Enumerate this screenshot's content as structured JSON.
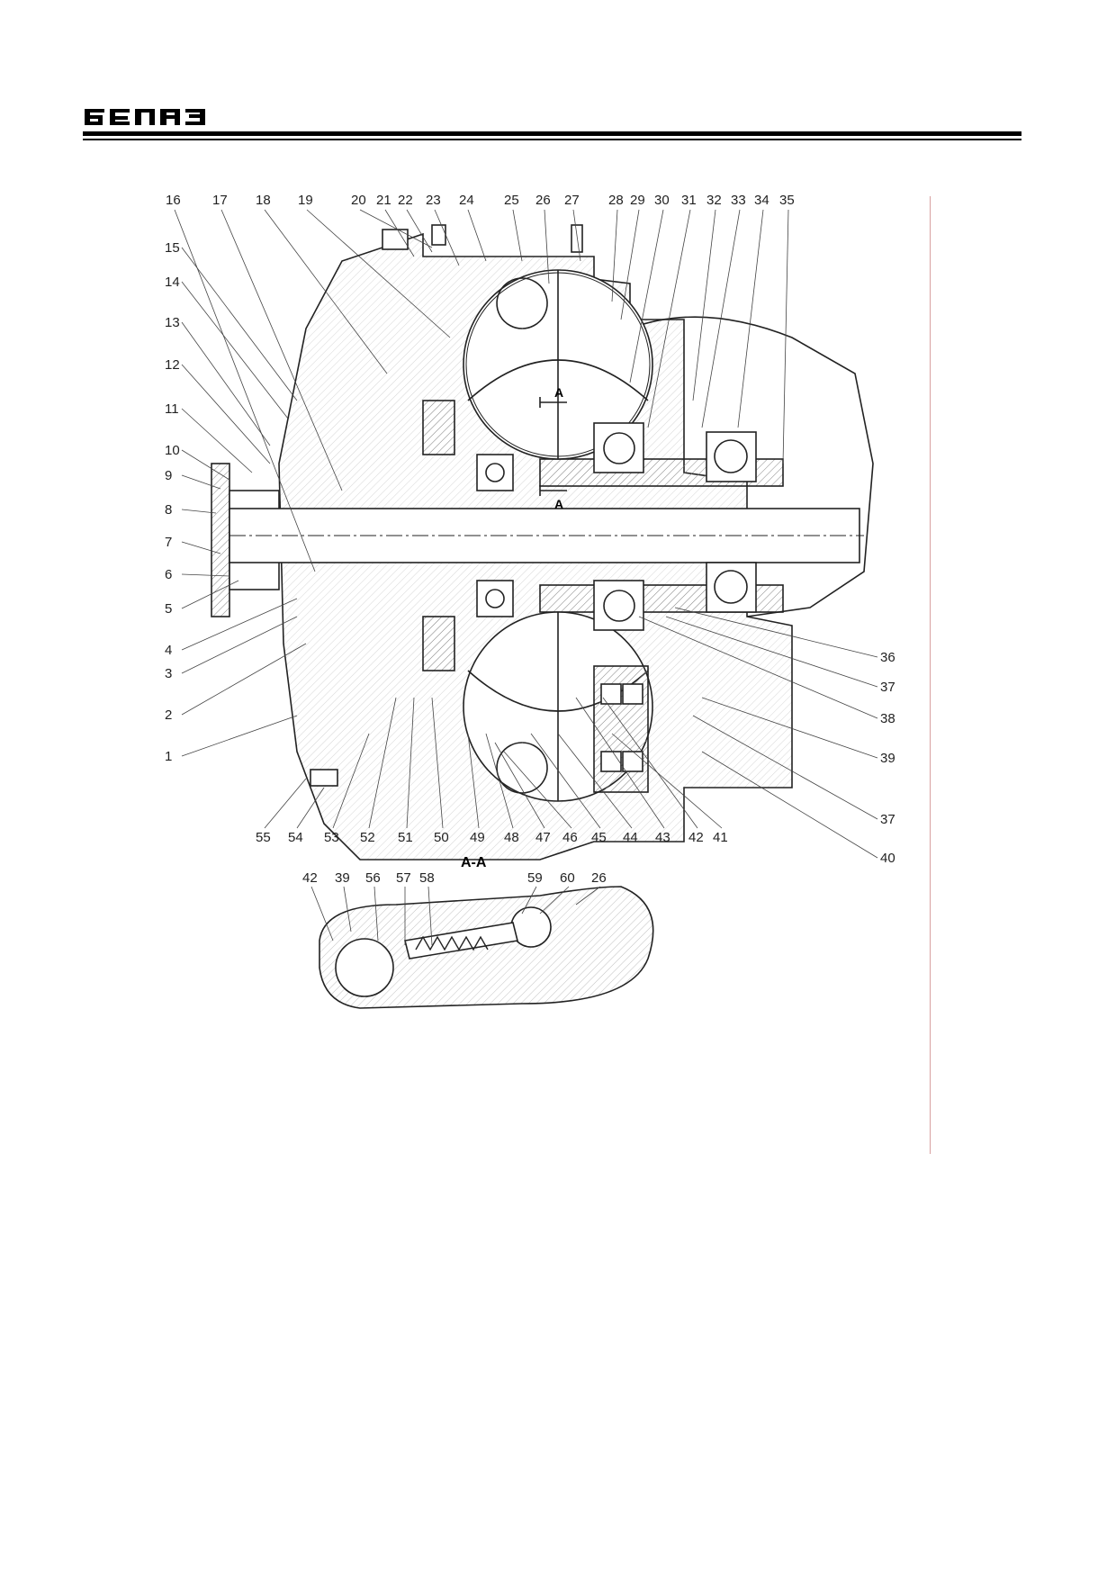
{
  "header": {
    "brand": "БЕЛАЗ"
  },
  "figure": {
    "section_title": "А-А",
    "section_mark": "А",
    "callouts_top": [
      "16",
      "17",
      "18",
      "19",
      "20",
      "21",
      "22",
      "23",
      "24",
      "25",
      "26",
      "27",
      "28",
      "29",
      "30",
      "31",
      "32",
      "33",
      "34",
      "35"
    ],
    "callouts_left": [
      "15",
      "14",
      "13",
      "12",
      "11",
      "10",
      "9",
      "8",
      "7",
      "6",
      "5",
      "4",
      "3",
      "2",
      "1"
    ],
    "callouts_right": [
      "36",
      "37",
      "38",
      "39",
      "37",
      "40"
    ],
    "callouts_bottom": [
      "55",
      "54",
      "53",
      "52",
      "51",
      "50",
      "49",
      "48",
      "47",
      "46",
      "45",
      "44",
      "43",
      "42",
      "41"
    ],
    "callouts_section": [
      "42",
      "39",
      "56",
      "57",
      "58",
      "59",
      "60",
      "26"
    ]
  }
}
